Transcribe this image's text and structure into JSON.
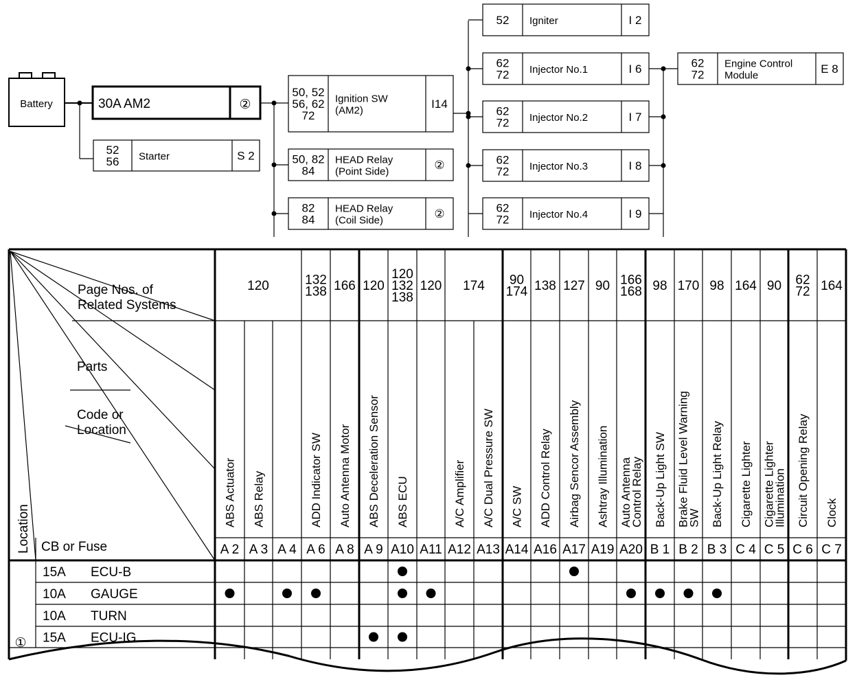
{
  "circuit": {
    "battery": "Battery",
    "fuse": {
      "label": "30A AM2",
      "code": "②"
    },
    "starter": {
      "pages": [
        "52",
        "56"
      ],
      "name": "Starter",
      "code": "S 2"
    },
    "ignition": {
      "pages": [
        "50, 52",
        "56, 62",
        "72"
      ],
      "name": [
        "Ignition SW",
        "(AM2)"
      ],
      "code": "I14"
    },
    "head_point": {
      "pages": [
        "50, 82",
        "84"
      ],
      "name": [
        "HEAD Relay",
        "(Point Side)"
      ],
      "code": "②"
    },
    "head_coil": {
      "pages": [
        "82",
        "84"
      ],
      "name": [
        "HEAD Relay",
        "(Coil Side)"
      ],
      "code": "②"
    },
    "igniter": {
      "pages": [
        "52"
      ],
      "name": "Igniter",
      "code": "I 2"
    },
    "injectors": [
      {
        "pages": [
          "62",
          "72"
        ],
        "name": "Injector No.1",
        "code": "I 6"
      },
      {
        "pages": [
          "62",
          "72"
        ],
        "name": "Injector No.2",
        "code": "I 7"
      },
      {
        "pages": [
          "62",
          "72"
        ],
        "name": "Injector No.3",
        "code": "I 8"
      },
      {
        "pages": [
          "62",
          "72"
        ],
        "name": "Injector No.4",
        "code": "I 9"
      }
    ],
    "ecm": {
      "pages": [
        "62",
        "72"
      ],
      "name": [
        "Engine Control",
        "Module"
      ],
      "code": "E 8"
    }
  },
  "table": {
    "header_labels": {
      "page_nos": [
        "Page Nos. of",
        "Related Systems"
      ],
      "parts": "Parts",
      "code": [
        "Code or",
        "Location"
      ],
      "location": "Location",
      "cb_fuse": "CB or Fuse"
    },
    "columns": [
      {
        "part": [
          "ABS Actuator"
        ],
        "code": "A 2"
      },
      {
        "part": [
          "ABS Relay"
        ],
        "code": "A 3"
      },
      {
        "part": [],
        "code": "A 4"
      },
      {
        "part": [
          "ADD Indicator SW"
        ],
        "code": "A 6"
      },
      {
        "part": [
          "Auto Antenna Motor"
        ],
        "code": "A 8"
      },
      {
        "part": [
          "ABS Deceleration Sensor"
        ],
        "code": "A 9"
      },
      {
        "part": [
          "ABS ECU"
        ],
        "code": "A10"
      },
      {
        "part": [],
        "code": "A11"
      },
      {
        "part": [
          "A/C Amplifier"
        ],
        "code": "A12"
      },
      {
        "part": [
          "A/C Dual Pressure SW"
        ],
        "code": "A13"
      },
      {
        "part": [
          "A/C SW"
        ],
        "code": "A14"
      },
      {
        "part": [
          "ADD Control Relay"
        ],
        "code": "A16"
      },
      {
        "part": [
          "Airbag Sencor Assembly"
        ],
        "code": "A17"
      },
      {
        "part": [
          "Ashtray Illumination"
        ],
        "code": "A19"
      },
      {
        "part": [
          "Auto Antenna",
          "Control Relay"
        ],
        "code": "A20"
      },
      {
        "part": [
          "Back-Up Light SW"
        ],
        "code": "B 1"
      },
      {
        "part": [
          "Brake Fluid Level Warning",
          "SW"
        ],
        "code": "B 2"
      },
      {
        "part": [
          "Back-Up Light Relay"
        ],
        "code": "B 3"
      },
      {
        "part": [
          "Cigarette Lighter"
        ],
        "code": "C 4"
      },
      {
        "part": [
          "Cigarette Lighter",
          "Illumination"
        ],
        "code": "C 5"
      },
      {
        "part": [
          "Circuit Opening Relay"
        ],
        "code": "C 6"
      },
      {
        "part": [
          "Clock"
        ],
        "code": "C 7"
      }
    ],
    "page_groups": [
      {
        "from": 0,
        "to": 2,
        "lines": [
          "120"
        ]
      },
      {
        "from": 3,
        "to": 3,
        "lines": [
          "132",
          "138"
        ]
      },
      {
        "from": 4,
        "to": 4,
        "lines": [
          "166"
        ]
      },
      {
        "from": 5,
        "to": 5,
        "lines": [
          "120"
        ]
      },
      {
        "from": 6,
        "to": 6,
        "lines": [
          "120",
          "132",
          "138"
        ]
      },
      {
        "from": 7,
        "to": 7,
        "lines": [
          "120"
        ]
      },
      {
        "from": 8,
        "to": 9,
        "lines": [
          "174"
        ]
      },
      {
        "from": 10,
        "to": 10,
        "lines": [
          "90",
          "174"
        ]
      },
      {
        "from": 11,
        "to": 11,
        "lines": [
          "138"
        ]
      },
      {
        "from": 12,
        "to": 12,
        "lines": [
          "127"
        ]
      },
      {
        "from": 13,
        "to": 13,
        "lines": [
          "90"
        ]
      },
      {
        "from": 14,
        "to": 14,
        "lines": [
          "166",
          "168"
        ]
      },
      {
        "from": 15,
        "to": 15,
        "lines": [
          "98"
        ]
      },
      {
        "from": 16,
        "to": 16,
        "lines": [
          "170"
        ]
      },
      {
        "from": 17,
        "to": 17,
        "lines": [
          "98"
        ]
      },
      {
        "from": 18,
        "to": 18,
        "lines": [
          "164"
        ]
      },
      {
        "from": 19,
        "to": 19,
        "lines": [
          "90"
        ]
      },
      {
        "from": 20,
        "to": 20,
        "lines": [
          "62",
          "72"
        ]
      },
      {
        "from": 21,
        "to": 21,
        "lines": [
          "164"
        ]
      }
    ],
    "location_mark": "①",
    "rows": [
      {
        "amp": "15A",
        "fuse": "ECU-B",
        "dots": [
          6,
          12
        ]
      },
      {
        "amp": "10A",
        "fuse": "GAUGE",
        "dots": [
          0,
          2,
          3,
          6,
          7,
          14,
          15,
          16,
          17
        ]
      },
      {
        "amp": "10A",
        "fuse": "TURN",
        "dots": []
      },
      {
        "amp": "15A",
        "fuse": "ECU-IG",
        "dots": [
          5,
          6
        ]
      }
    ]
  }
}
